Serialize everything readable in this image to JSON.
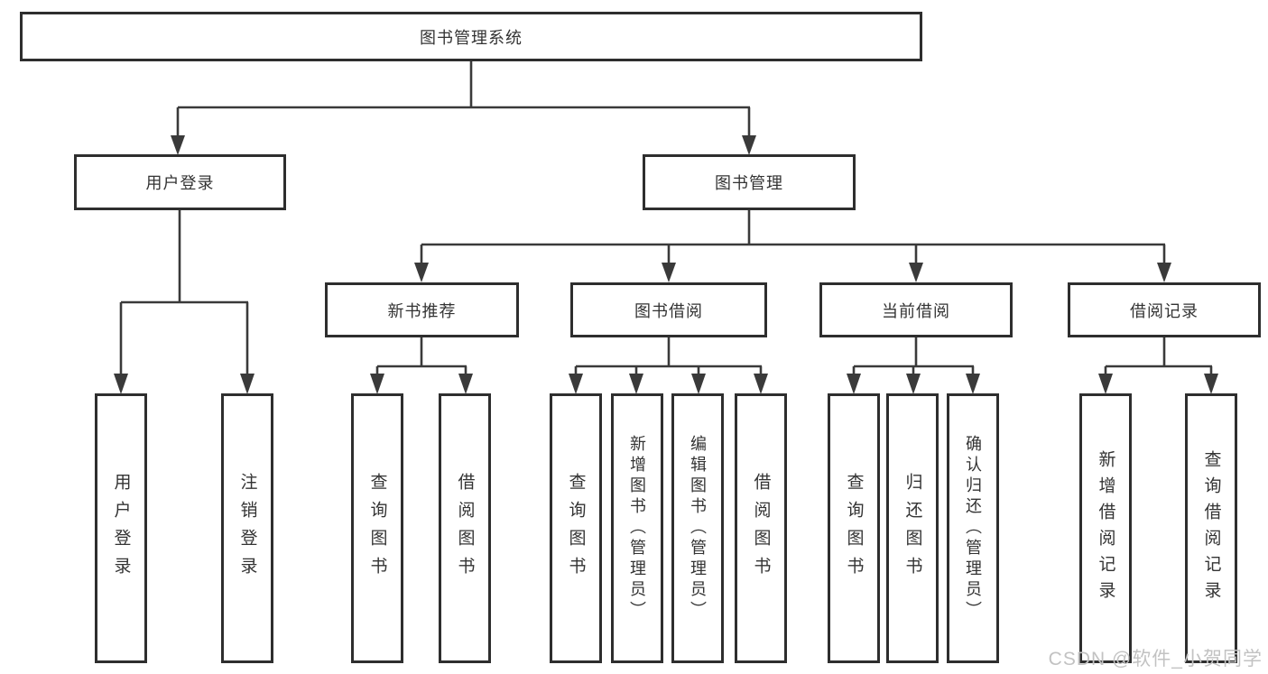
{
  "tree": {
    "root": {
      "label": "图书管理系统"
    },
    "user": {
      "label": "用户登录",
      "children": [
        {
          "label": "用户登录"
        },
        {
          "label": "注销登录"
        }
      ]
    },
    "book": {
      "label": "图书管理",
      "sections": [
        {
          "label": "新书推荐",
          "children": [
            {
              "label": "查询图书"
            },
            {
              "label": "借阅图书"
            }
          ]
        },
        {
          "label": "图书借阅",
          "children": [
            {
              "label": "查询图书"
            },
            {
              "label": "新增图书（管理员）"
            },
            {
              "label": "编辑图书（管理员）"
            },
            {
              "label": "借阅图书"
            }
          ]
        },
        {
          "label": "当前借阅",
          "children": [
            {
              "label": "查询图书"
            },
            {
              "label": "归还图书"
            },
            {
              "label": "确认归还（管理员）"
            }
          ]
        },
        {
          "label": "借阅记录",
          "children": [
            {
              "label": "新增借阅记录"
            },
            {
              "label": "查询借阅记录"
            }
          ]
        }
      ]
    }
  },
  "watermark": {
    "text": "CSDN @软件_小贺同学"
  },
  "colors": {
    "line": "#3a3a3a",
    "box_border": "#2e2e2e",
    "text": "#333333",
    "watermark": "#c2c2c2",
    "background": "#ffffff"
  }
}
